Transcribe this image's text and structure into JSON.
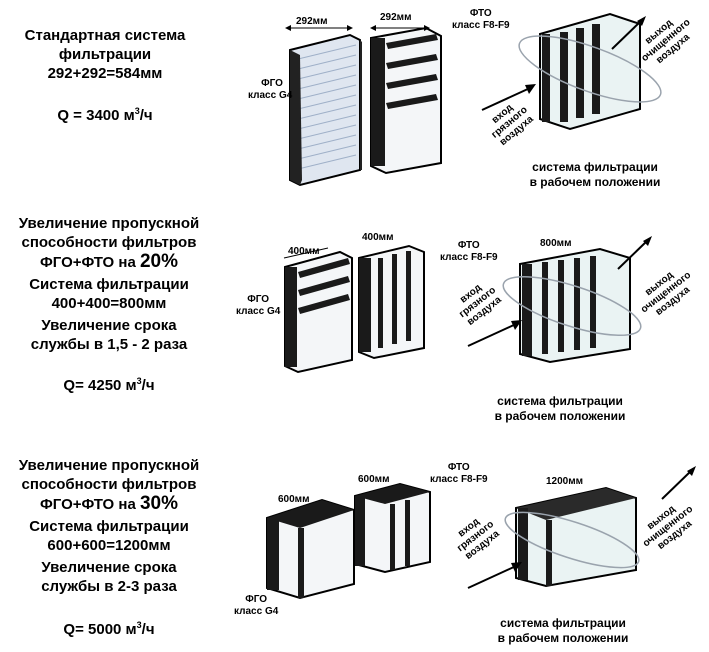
{
  "rows": [
    {
      "lines": [
        "Стандартная система",
        "фильтрации",
        "292+292=584мм"
      ],
      "flow_label": "Q = 3400 м",
      "flow_unit_sup": "3",
      "flow_unit_tail": "/ч",
      "dim_fgo": "292мм",
      "dim_fto": "292мм",
      "fgo_label": "ФГО",
      "fgo_class": "класс G4",
      "fto_label": "ФТО",
      "fto_class": "класс F8-F9",
      "inlet": [
        "вход",
        "грязного",
        "воздуха"
      ],
      "outlet": [
        "выход",
        "очищенного",
        "воздуха"
      ],
      "caption": [
        "система фильтрации",
        "в рабочем положении"
      ]
    },
    {
      "lines": [
        "Увеличение пропускной",
        "способности фильтров"
      ],
      "pct_prefix": "ФГО+ФТО на ",
      "pct_value": "20%",
      "lines2": [
        "Система фильтрации",
        "400+400=800мм",
        "Увеличение срока",
        "службы в 1,5 - 2 раза"
      ],
      "flow_label": "Q= 4250 м",
      "flow_unit_sup": "3",
      "flow_unit_tail": "/ч",
      "dim_fgo": "400мм",
      "dim_fto": "400мм",
      "dim_total": "800мм",
      "fgo_label": "ФГО",
      "fgo_class": "класс G4",
      "fto_label": "ФТО",
      "fto_class": "класс F8-F9",
      "inlet": [
        "вход",
        "грязного",
        "воздуха"
      ],
      "outlet": [
        "выход",
        "очищенного",
        "воздуха"
      ],
      "caption": [
        "система фильтрации",
        "в рабочем положении"
      ]
    },
    {
      "lines": [
        "Увеличение пропускной",
        "способности фильтров"
      ],
      "pct_prefix": "ФГО+ФТО на ",
      "pct_value": "30%",
      "lines2": [
        "Система фильтрации",
        "600+600=1200мм",
        "Увеличение срока",
        "службы в 2-3 раза"
      ],
      "flow_label": "Q= 5000 м",
      "flow_unit_sup": "3",
      "flow_unit_tail": "/ч",
      "dim_fgo": "600мм",
      "dim_fto": "600мм",
      "dim_total": "1200мм",
      "fgo_label": "ФГО",
      "fgo_class": "класс G4",
      "fto_label": "ФТО",
      "fto_class": "класс F8-F9",
      "inlet": [
        "вход",
        "грязного",
        "воздуха"
      ],
      "outlet": [
        "выход",
        "очищенного",
        "воздуха"
      ],
      "caption": [
        "система фильтрации",
        "в рабочем положении"
      ]
    }
  ]
}
